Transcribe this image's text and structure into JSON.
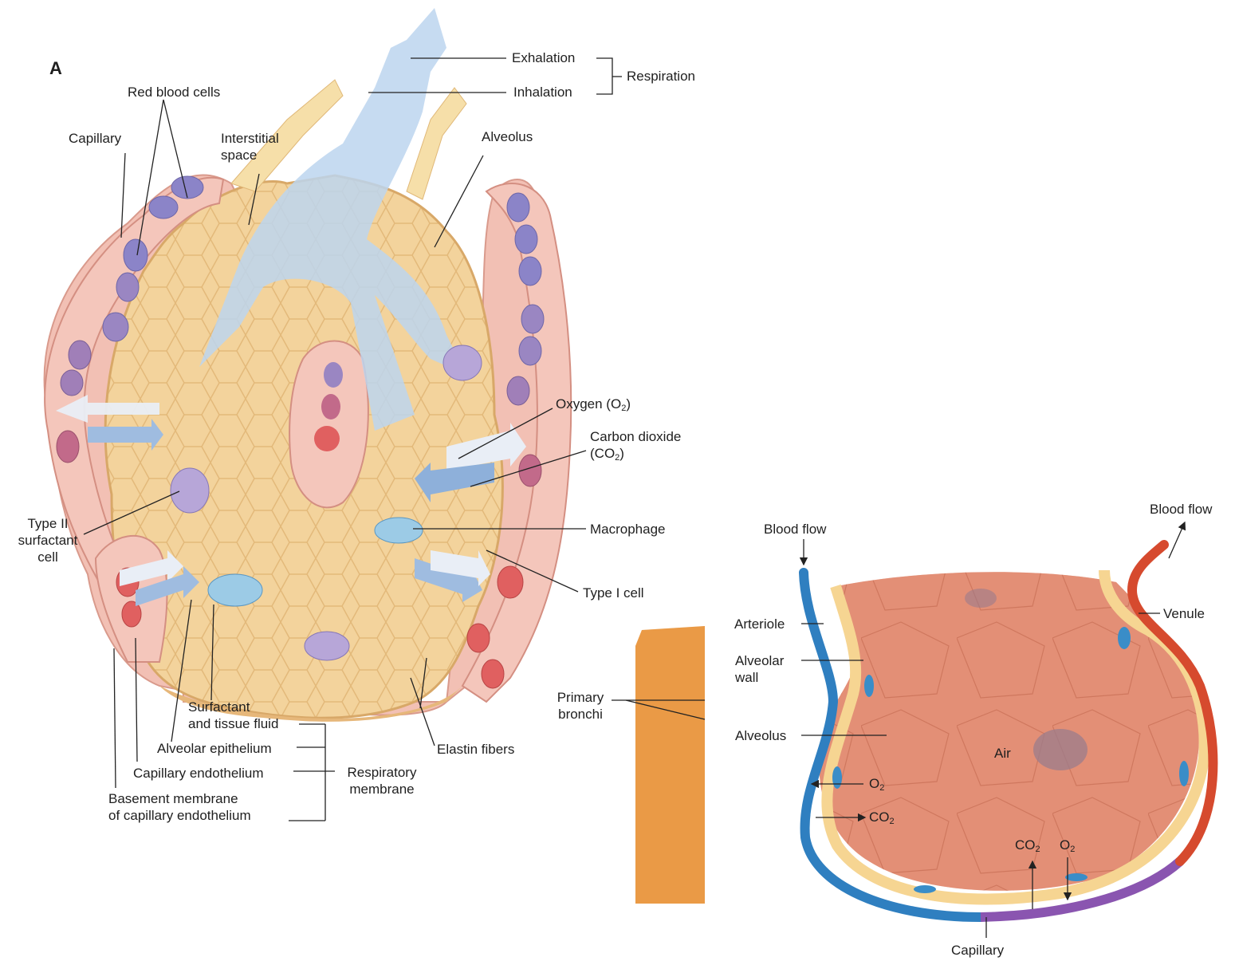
{
  "panel_a": {
    "panel_letter": "A",
    "labels": {
      "exhalation": "Exhalation",
      "inhalation": "Inhalation",
      "respiration": "Respiration",
      "red_blood_cells": "Red blood cells",
      "capillary": "Capillary",
      "interstitial_space_1": "Interstitial",
      "interstitial_space_2": "space",
      "alveolus": "Alveolus",
      "oxygen_prefix": "Oxygen (O",
      "oxygen_sub": "2",
      "oxygen_suffix": ")",
      "carbon_dioxide_1": "Carbon dioxide",
      "co2_prefix": "(CO",
      "co2_sub": "2",
      "co2_suffix": ")",
      "type_ii_1": "Type II",
      "type_ii_2": "surfactant",
      "type_ii_3": "cell",
      "macrophage": "Macrophage",
      "type_i_cell": "Type I cell",
      "surfactant_1": "Surfactant",
      "surfactant_2": "and tissue fluid",
      "alveolar_epithelium": "Alveolar epithelium",
      "capillary_endothelium": "Capillary endothelium",
      "basement_1": "Basement membrane",
      "basement_2": "of capillary endothelium",
      "respiratory_membrane_1": "Respiratory",
      "respiratory_membrane_2": "membrane",
      "elastin_fibers": "Elastin fibers"
    }
  },
  "panel_mid": {
    "labels": {
      "primary_bronchi_1": "Primary",
      "primary_bronchi_2": "bronchi"
    }
  },
  "panel_b": {
    "labels": {
      "blood_flow_in": "Blood flow",
      "blood_flow_out": "Blood flow",
      "arteriole": "Arteriole",
      "venule": "Venule",
      "alveolar_wall_1": "Alveolar",
      "alveolar_wall_2": "wall",
      "alveolus": "Alveolus",
      "air": "Air",
      "o2_left": "O",
      "o2_left_sub": "2",
      "co2_left": "CO",
      "co2_left_sub": "2",
      "co2_bottom": "CO",
      "co2_bottom_sub": "2",
      "o2_bottom": "O",
      "o2_bottom_sub": "2",
      "capillary": "Capillary"
    }
  },
  "colors": {
    "tissue": "#f2cf96",
    "tissue_dark": "#e2b372",
    "air_flow": "#b9d3ec",
    "capillary_wall": "#f0b7ad",
    "red_cell": "#9a86c2",
    "blood_red": "#e06060",
    "alveolus_b": "#e08a72",
    "arteriole": "#2f7fc0",
    "venule": "#d64a2e",
    "capillary_b": "#8a55b0",
    "lines": "#222222"
  }
}
